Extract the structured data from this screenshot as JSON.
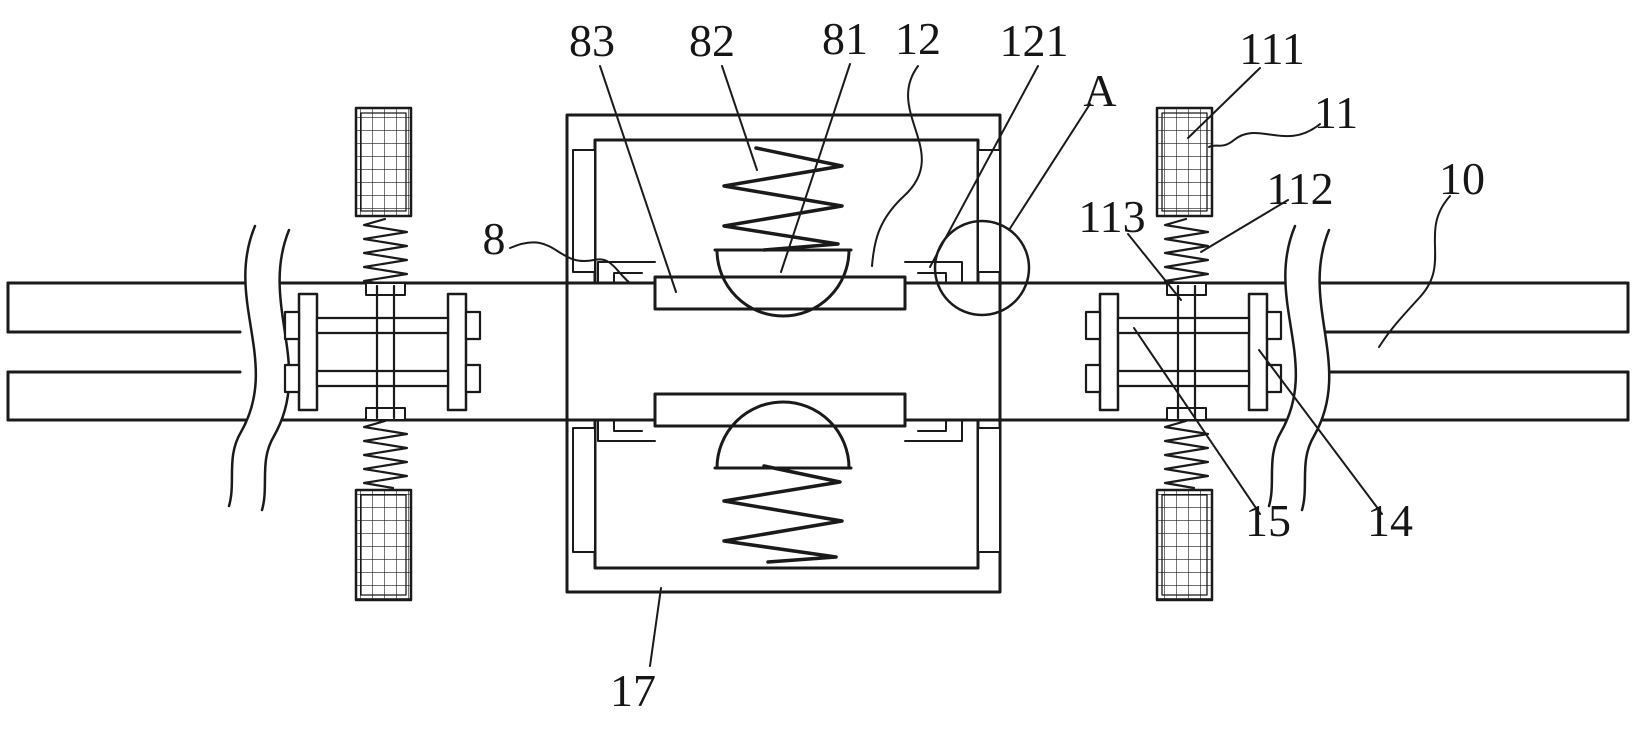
{
  "figure": {
    "kind": "patent-style mechanical line drawing",
    "background_color": "#ffffff",
    "line_color": "#1a1a1a"
  },
  "labels": {
    "ref83": "83",
    "ref82": "82",
    "ref81": "81",
    "ref12": "12",
    "ref121": "121",
    "refA": "A",
    "ref111": "111",
    "ref11": "11",
    "ref113": "113",
    "ref112": "112",
    "ref10": "10",
    "ref8": "8",
    "ref15": "15",
    "ref14": "14",
    "ref17": "17"
  }
}
